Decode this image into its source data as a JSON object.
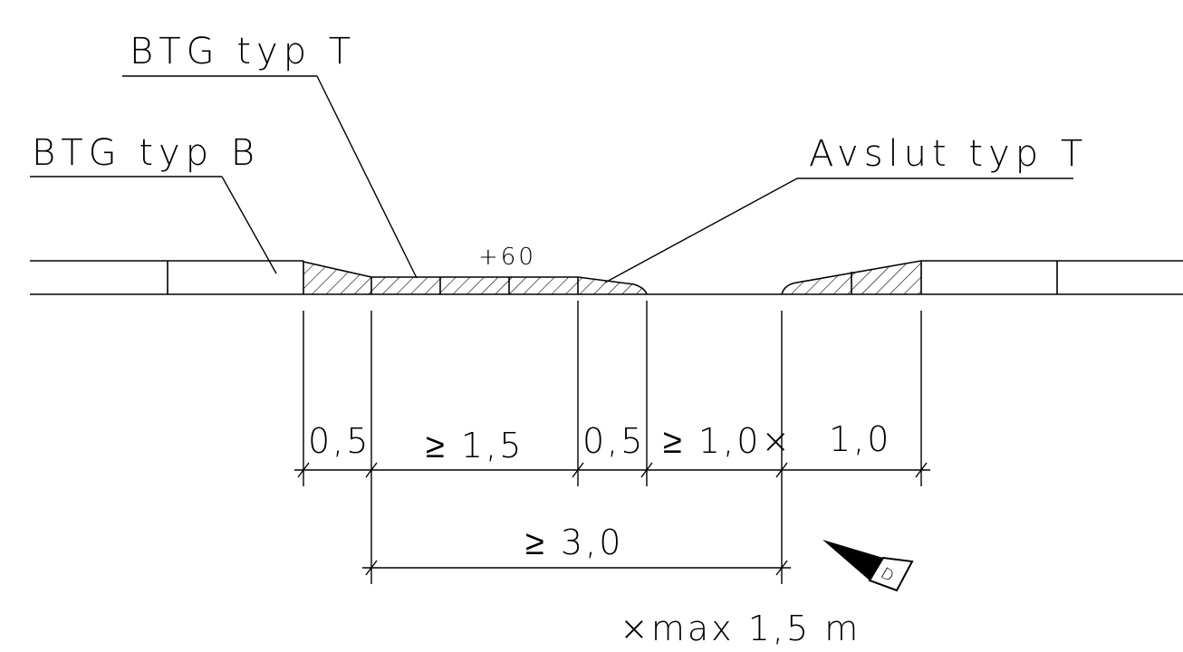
{
  "labels": {
    "btg_typ_t": "BTG typ T",
    "btg_typ_b": "BTG typ B",
    "avslut_typ_t": "Avslut typ T",
    "height": "+60",
    "footnote": "×max 1,5 m"
  },
  "dimensions": {
    "seg1": "0,5",
    "seg2": "≥ 1,5",
    "seg3": "0,5",
    "seg4": "≥ 1,0×",
    "seg5": "1,0",
    "total": "≥ 3,0"
  },
  "direction_symbol": {
    "icon": "direction-arrow-icon",
    "letter": "D"
  }
}
